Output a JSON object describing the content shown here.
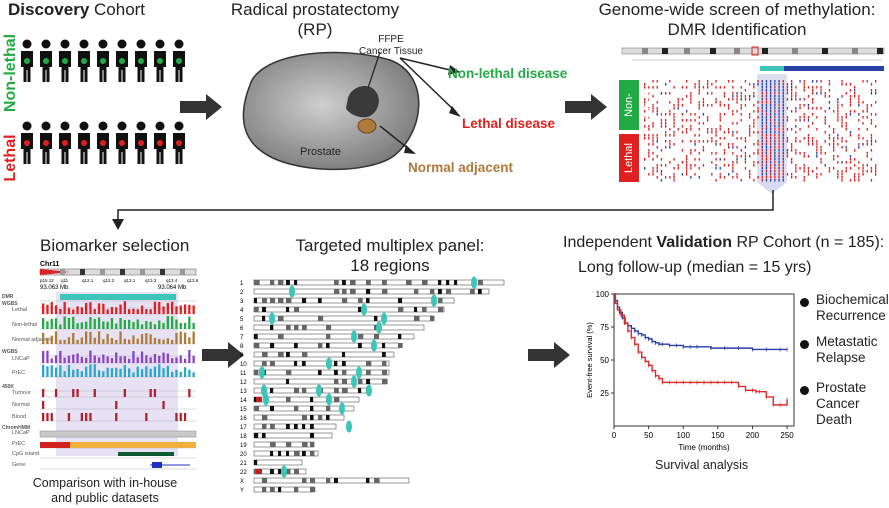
{
  "discovery": {
    "title_bold": "Discovery",
    "title_rest": " Cohort",
    "nonlethal_label": "Non-lethal",
    "lethal_label": "Lethal",
    "nonlethal_color": "#22aa44",
    "lethal_color": "#e02020"
  },
  "rp": {
    "title_line1": "Radical prostatectomy",
    "title_line2": "(RP)",
    "ffpe_line1": "FFPE",
    "ffpe_line2": "Cancer Tissue",
    "nonlethal": "Non-lethal disease",
    "lethal": "Lethal disease",
    "prostate": "Prostate",
    "normal_adjacent": "Normal adjacent"
  },
  "genome": {
    "title_line1": "Genome-wide screen of methylation:",
    "title_line2": "DMR Identification",
    "nonlethal_tag": "Non-lethal",
    "lethal_tag": "Lethal"
  },
  "biomarker": {
    "title": "Biomarker selection",
    "chr": "Chr11",
    "bands": [
      "p15.12",
      "q11",
      "q12.1",
      "q12.2",
      "q13.1",
      "q13.3",
      "q13.4",
      "q13.6"
    ],
    "start": "93.063 Mb",
    "end": "93.064 Mb",
    "tracks": [
      {
        "label": "DMR"
      },
      {
        "label": "WGBS"
      },
      {
        "label": "Lethal"
      },
      {
        "label": "Non-lethal"
      },
      {
        "label": "Normal adjacent"
      },
      {
        "label": "WGBS"
      },
      {
        "label": "LNCaP"
      },
      {
        "label": "PrEC"
      },
      {
        "label": "450K"
      },
      {
        "label": "Tumour"
      },
      {
        "label": "Normal"
      },
      {
        "label": "Blood"
      },
      {
        "label": "ChromHMM"
      },
      {
        "label": "LNCaP"
      },
      {
        "label": "PrEC"
      },
      {
        "label": "CpG island"
      },
      {
        "label": "Gene"
      }
    ],
    "caption_line1": "Comparison with in-house",
    "caption_line2": "and public datasets"
  },
  "panel": {
    "title_line1": "Targeted multiplex panel:",
    "title_line2": "18 regions",
    "chromosomes": [
      "1",
      "2",
      "3",
      "4",
      "5",
      "6",
      "7",
      "8",
      "9",
      "10",
      "11",
      "12",
      "13",
      "14",
      "15",
      "16",
      "17",
      "18",
      "19",
      "20",
      "21",
      "22",
      "X",
      "Y"
    ],
    "region_color": "#3cc5b8"
  },
  "validation": {
    "title_pre": "Independent ",
    "title_bold": "Validation",
    "title_post": " RP Cohort (n = 185):",
    "subtitle": "Long follow-up (median = 15 yrs)",
    "caption": "Survival analysis",
    "legend": [
      {
        "label_line1": "Biochemical",
        "label_line2": "Recurrence"
      },
      {
        "label_line1": "Metastatic",
        "label_line2": "Relapse"
      },
      {
        "label_line1": "Prostate",
        "label_line2": "Cancer",
        "label_line3": "Death"
      }
    ]
  },
  "chart_data": {
    "type": "line",
    "xlabel": "Time (months)",
    "ylabel": "Event-free survival (%)",
    "xlim": [
      0,
      260
    ],
    "ylim": [
      0,
      100
    ],
    "xticks": [
      "0",
      "50",
      "100",
      "150",
      "200",
      "250"
    ],
    "yticks": [
      "25",
      "50",
      "75",
      "100"
    ],
    "series": [
      {
        "color": "#2a3fa8",
        "x": [
          0,
          2,
          5,
          8,
          12,
          16,
          20,
          25,
          30,
          35,
          40,
          45,
          50,
          55,
          60,
          65,
          70,
          80,
          90,
          100,
          110,
          120,
          140,
          160,
          180,
          200,
          220,
          240,
          250
        ],
        "y": [
          100,
          95,
          90,
          86,
          82,
          78,
          76,
          74,
          72,
          70,
          69,
          67,
          66,
          64,
          63,
          62,
          62,
          61,
          61,
          60,
          60,
          60,
          59,
          59,
          59,
          58,
          58,
          58,
          58
        ]
      },
      {
        "color": "#e02a2a",
        "x": [
          0,
          2,
          5,
          10,
          15,
          20,
          25,
          30,
          35,
          40,
          45,
          50,
          55,
          60,
          65,
          70,
          80,
          90,
          100,
          110,
          120,
          130,
          140,
          150,
          160,
          170,
          180,
          190,
          200,
          205,
          210,
          220,
          230,
          240,
          250
        ],
        "y": [
          100,
          93,
          88,
          84,
          78,
          72,
          67,
          62,
          56,
          52,
          49,
          46,
          42,
          38,
          36,
          33,
          33,
          33,
          33,
          33,
          33,
          33,
          33,
          33,
          33,
          33,
          30,
          27,
          27,
          26,
          26,
          22,
          16,
          16,
          20
        ]
      }
    ]
  }
}
